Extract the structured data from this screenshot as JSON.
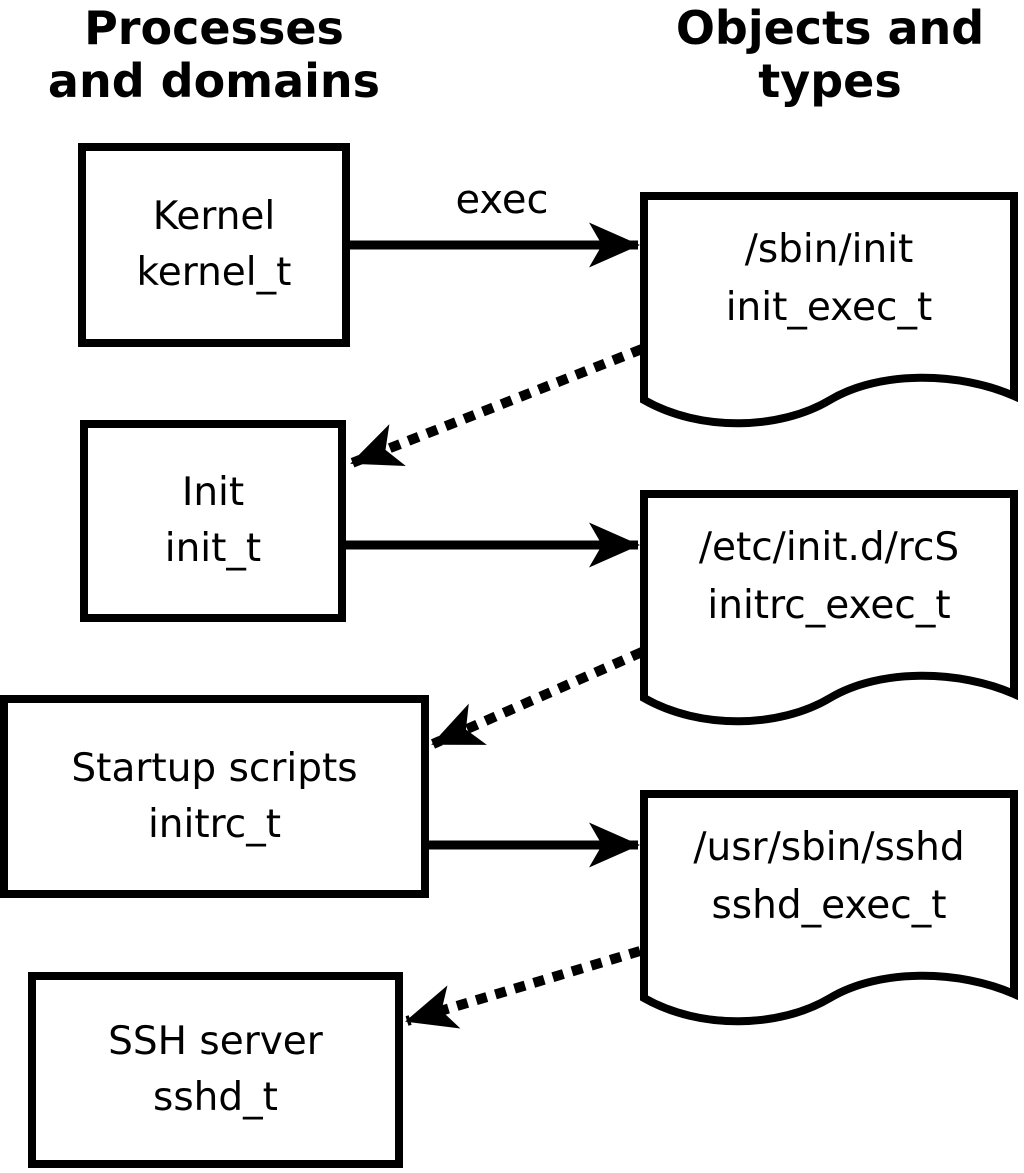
{
  "diagram": {
    "headers": {
      "processes": {
        "line1": "Processes",
        "line2": "and domains"
      },
      "objects": {
        "line1": "Objects and",
        "line2": "types"
      }
    },
    "processes": [
      {
        "label": "Kernel",
        "domain": "kernel_t"
      },
      {
        "label": "Init",
        "domain": "init_t"
      },
      {
        "label": "Startup scripts",
        "domain": "initrc_t"
      },
      {
        "label": "SSH server",
        "domain": "sshd_t"
      }
    ],
    "objects": [
      {
        "path": "/sbin/init",
        "type": "init_exec_t"
      },
      {
        "path": "/etc/init.d/rcS",
        "type": "initrc_exec_t"
      },
      {
        "path": "/usr/sbin/sshd",
        "type": "sshd_exec_t"
      }
    ],
    "arrow_labels": {
      "exec": "exec"
    },
    "colors": {
      "foreground": "#000000",
      "background": "#ffffff"
    }
  }
}
